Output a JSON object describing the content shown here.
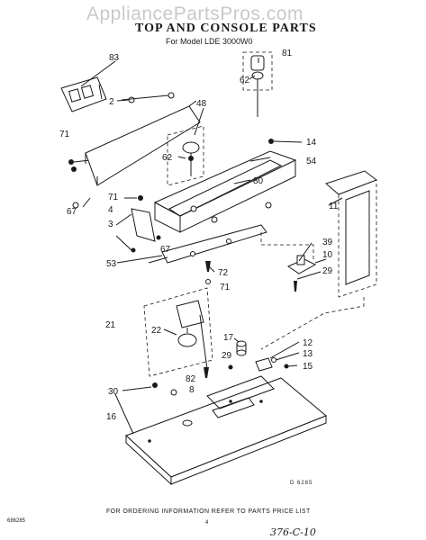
{
  "watermark": "AppliancePartsPros.com",
  "title": "TOP AND CONSOLE PARTS",
  "subtitle": "For Model LDE 3000W0",
  "footer_note": "FOR ORDERING INFORMATION REFER TO PARTS PRICE LIST",
  "diagram_code": "D 6285",
  "sheet_id": "686285",
  "page_number": "4",
  "handwritten_note": "376-C-10",
  "callouts": {
    "c83": "83",
    "c81": "81",
    "c62a": "62",
    "c2": "2",
    "c48": "48",
    "c71a": "71",
    "c62b": "62",
    "c14": "14",
    "c54": "54",
    "c80": "80",
    "c67a": "67",
    "c71b": "71",
    "c4": "4",
    "c3": "3",
    "c67b": "67",
    "c11": "11",
    "c39": "39",
    "c10": "10",
    "c53": "53",
    "c72": "72",
    "c71c": "71",
    "c29a": "29",
    "c21": "21",
    "c22": "22",
    "c17": "17",
    "c12": "12",
    "c29b": "29",
    "c13": "13",
    "c82": "82",
    "c8": "8",
    "c15": "15",
    "c30": "30",
    "c16": "16"
  }
}
